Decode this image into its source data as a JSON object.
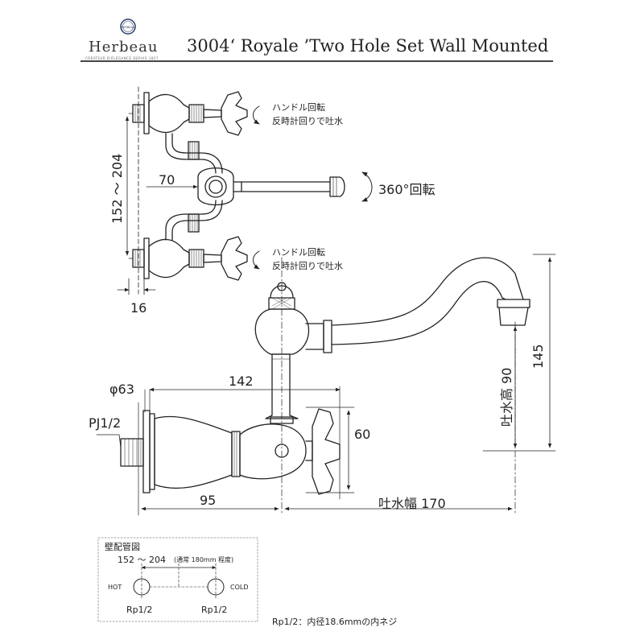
{
  "header": {
    "logo_text": "Herbeau",
    "logo_badge": "HERBEAU",
    "logo_sub": "CRÉATEUR D'ÉLÉGANCE DEPUIS 1857",
    "title": "3004‘ Royale ’Two Hole Set Wall Mounted"
  },
  "top_view": {
    "dim_width": "152 ～ 204",
    "dim_offset": "70",
    "dim_wall": "16",
    "rotation_label": "360°回転",
    "handle_note_top_1": "ハンドル回転",
    "handle_note_top_2": "反時計回りで吐水",
    "handle_note_bottom_1": "ハンドル回転",
    "handle_note_bottom_2": "反時計回りで吐水"
  },
  "side_view": {
    "dim_diameter": "φ63",
    "dim_thread": "PJ1/2",
    "dim_center_to_spout": "142",
    "dim_handle_height": "60",
    "dim_spout_height": "吐水高 90",
    "dim_total_height": "145",
    "dim_wall_to_center": "95",
    "dim_spout_reach": "吐水幅 170"
  },
  "wall_piping": {
    "title": "壁配管図",
    "spacing": "152 ～ 204",
    "spacing_note": "(通常 180mm 程度)",
    "hot_label": "HOT",
    "cold_label": "COLD",
    "hot_thread": "Rp1/2",
    "cold_thread": "Rp1/2"
  },
  "footnote": "Rp1/2：内径18.6mmの内ネジ",
  "colors": {
    "line": "#222222",
    "rule": "#444444",
    "dashed": "#888888"
  }
}
